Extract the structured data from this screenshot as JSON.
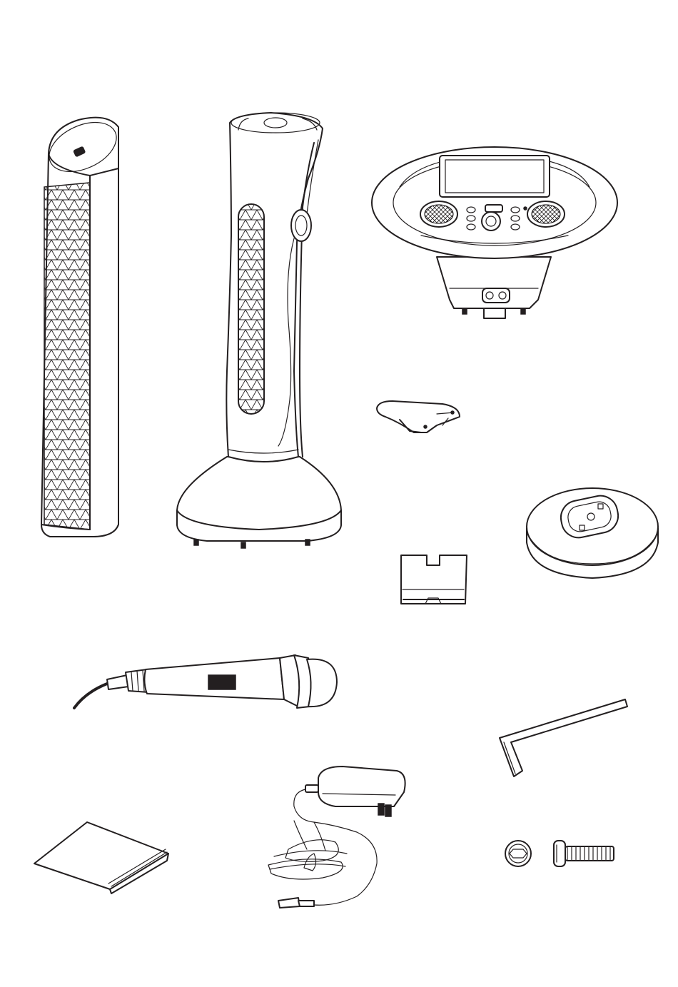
{
  "diagram": {
    "components": [
      {
        "id": "left-speaker-tower",
        "icon": "speaker-tower-icon"
      },
      {
        "id": "main-speaker-column",
        "icon": "speaker-column-icon"
      },
      {
        "id": "control-console",
        "icon": "control-console-icon"
      },
      {
        "id": "mounting-bracket",
        "icon": "bracket-icon"
      },
      {
        "id": "round-base",
        "icon": "round-base-icon"
      },
      {
        "id": "stand-clip",
        "icon": "clip-icon"
      },
      {
        "id": "microphone",
        "icon": "microphone-icon"
      },
      {
        "id": "hex-key",
        "icon": "hex-key-icon"
      },
      {
        "id": "instruction-booklet",
        "icon": "booklet-icon"
      },
      {
        "id": "power-adapter",
        "icon": "power-adapter-icon"
      },
      {
        "id": "washer",
        "icon": "washer-icon"
      },
      {
        "id": "screw",
        "icon": "screw-icon"
      }
    ]
  }
}
